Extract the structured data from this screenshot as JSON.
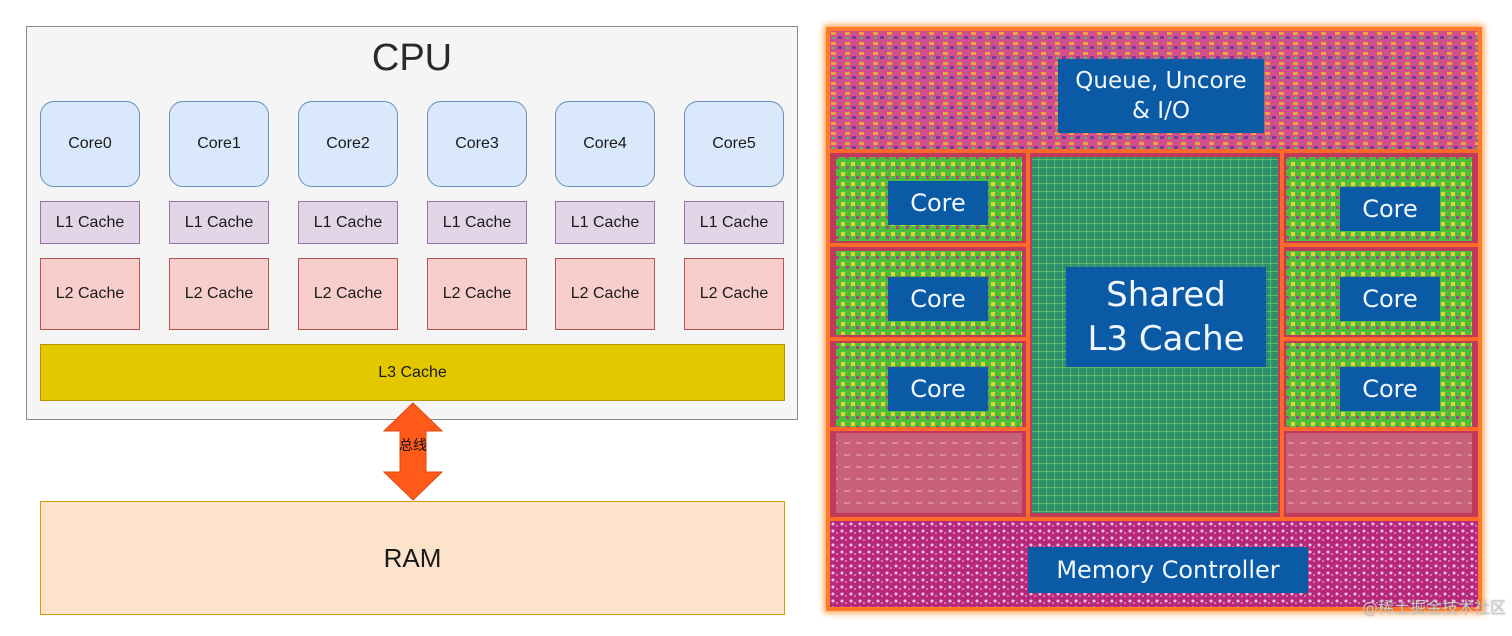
{
  "schematic": {
    "cpu_title": "CPU",
    "cores": [
      {
        "core": "Core0",
        "l1": "L1 Cache",
        "l2": "L2 Cache"
      },
      {
        "core": "Core1",
        "l1": "L1 Cache",
        "l2": "L2 Cache"
      },
      {
        "core": "Core2",
        "l1": "L1 Cache",
        "l2": "L2 Cache"
      },
      {
        "core": "Core3",
        "l1": "L1 Cache",
        "l2": "L2 Cache"
      },
      {
        "core": "Core4",
        "l1": "L1 Cache",
        "l2": "L2 Cache"
      },
      {
        "core": "Core5",
        "l1": "L1 Cache",
        "l2": "L2 Cache"
      }
    ],
    "l3": "L3 Cache",
    "bus": "总线",
    "ram": "RAM",
    "colors": {
      "core_fill": "#dae8fc",
      "l1_fill": "#e1d5e7",
      "l2_fill": "#f8cecc",
      "l3_fill": "#e3c800",
      "ram_fill": "#fde3cc",
      "bus_arrow": "#ff5a1a"
    }
  },
  "die_shot": {
    "queue_label": "Queue, Uncore\n& I/O",
    "l3_label": "Shared\nL3 Cache",
    "memory_label": "Memory Controller",
    "core_labels": [
      "Core",
      "Core",
      "Core",
      "Core",
      "Core",
      "Core"
    ]
  },
  "watermark": "@稀土掘金技术社区"
}
